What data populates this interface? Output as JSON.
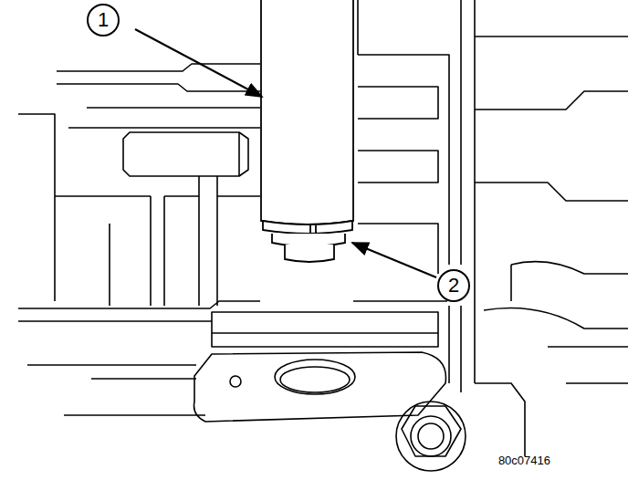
{
  "diagram": {
    "nodes": [
      {
        "text": [
          "1"
        ]
      },
      {
        "text": [
          "2"
        ]
      }
    ],
    "labels": [
      "80c07416"
    ]
  }
}
